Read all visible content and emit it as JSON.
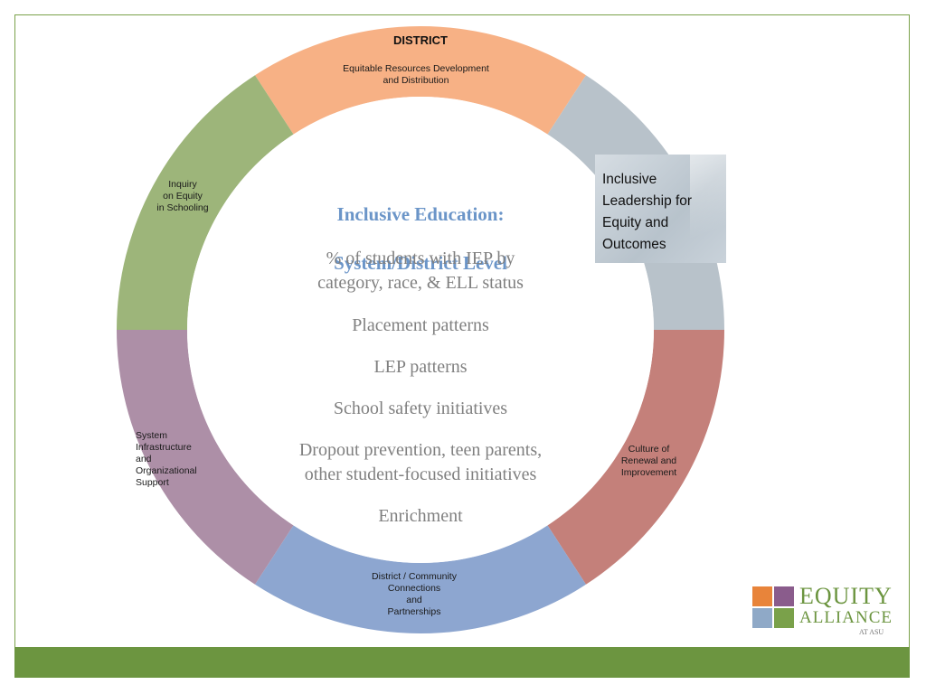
{
  "title": {
    "line1": "Inclusive Education:",
    "line2": "System/District Level"
  },
  "center_items": [
    "% of students with IEP by\ncategory, race, & ELL status",
    "Placement patterns",
    "LEP patterns",
    "School safety initiatives",
    "Dropout prevention, teen parents,\nother student-focused initiatives",
    "Enrichment"
  ],
  "wheel": {
    "heading": "DISTRICT",
    "segments": [
      {
        "label": "Equitable Resources Development\nand Distribution",
        "color": "#f7b185"
      },
      {
        "label": "Inclusive\nLeadership for\nEquity and\n    Outcomes",
        "color": "#b8c2ca"
      },
      {
        "label": "Culture of\nRenewal and\nImprovement",
        "color": "#c4807a"
      },
      {
        "label": "District / Community\nConnections\nand\nPartnerships",
        "color": "#8da6d0"
      },
      {
        "label": "System\nInfrastructure\nand\n   Organizational\n       Support",
        "color": "#ad8fa7"
      },
      {
        "label": "Inquiry\non Equity\nin Schooling",
        "color": "#9db57a"
      }
    ]
  },
  "logo": {
    "line1": "EQUITY",
    "line2": "ALLIANCE",
    "line3": "AT ASU",
    "colors": [
      "#e8843a",
      "#8a5c8c",
      "#8fa9c7",
      "#7aa14a"
    ]
  },
  "theme": {
    "footer_color": "#6c9540",
    "title_color": "#6b95c8",
    "text_color": "#808080"
  }
}
